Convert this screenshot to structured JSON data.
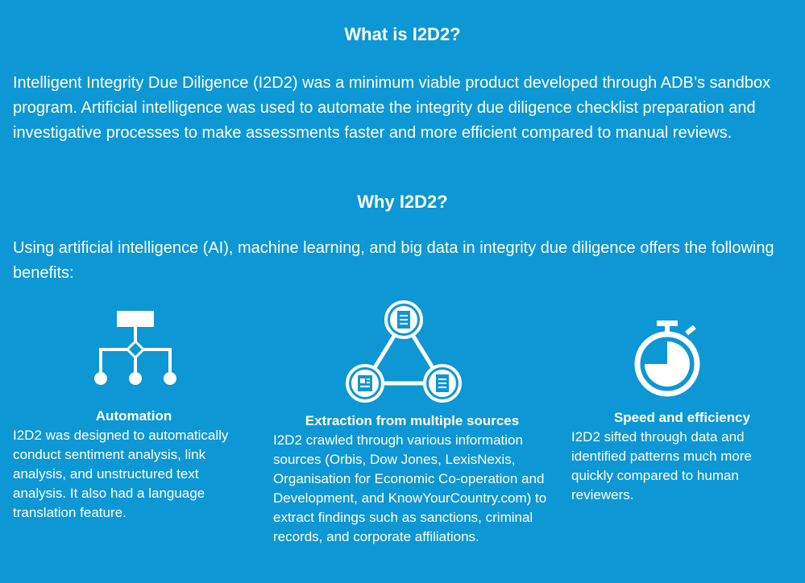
{
  "what": {
    "title": "What is I2D2?",
    "text": "Intelligent Integrity Due Diligence (I2D2) was a minimum viable product developed through ADB’s sandbox program. Artificial intelligence was used to automate the integrity due diligence checklist preparation and investigative processes to make assessments faster and more efficient compared to manual reviews."
  },
  "why": {
    "title": "Why I2D2?",
    "text": "Using artificial intelligence (AI), machine learning, and big data in integrity due diligence offers the following benefits:"
  },
  "benefits": [
    {
      "icon": "hierarchy-icon",
      "title": "Automation",
      "text": "I2D2 was designed to automatically conduct sentiment analysis, link analysis, and unstructured text analysis. It also had a language translation feature."
    },
    {
      "icon": "network-documents-icon",
      "title": "Extraction from multiple sources",
      "text": "I2D2 crawled through various information sources (Orbis, Dow Jones, LexisNexis, Organisation for Economic Co-operation and Development, and KnowYourCountry.com) to extract findings such as sanctions, criminal records, and corporate affiliations."
    },
    {
      "icon": "stopwatch-icon",
      "title": "Speed and efficiency",
      "text": "I2D2 sifted through data and identified patterns much more quickly compared to human reviewers."
    }
  ],
  "colors": {
    "background": "#0d97d4",
    "foreground": "#ffffff"
  }
}
